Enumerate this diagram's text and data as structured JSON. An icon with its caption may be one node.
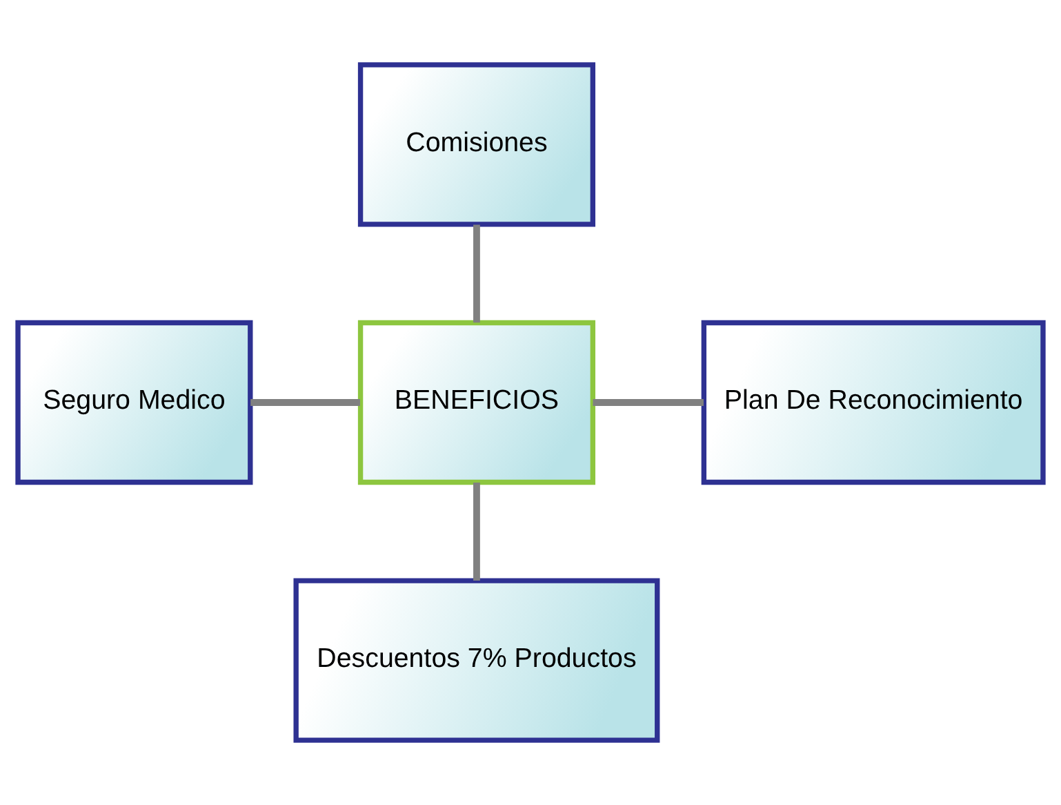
{
  "diagram": {
    "nodes": [
      {
        "text": [
          "Comisiones"
        ]
      },
      {
        "text": [
          "Seguro Medico"
        ]
      },
      {
        "text": [
          "BENEFICIOS"
        ]
      },
      {
        "text": [
          "Plan De Reconocimiento"
        ]
      },
      {
        "text": [
          "Descuentos 7% Productos"
        ]
      }
    ],
    "edges": [
      {
        "from": 0,
        "to": 2,
        "arrow": "none"
      },
      {
        "from": 1,
        "to": 2,
        "arrow": "none"
      },
      {
        "from": 2,
        "to": 3,
        "arrow": "none"
      },
      {
        "from": 2,
        "to": 4,
        "arrow": "none"
      }
    ]
  }
}
